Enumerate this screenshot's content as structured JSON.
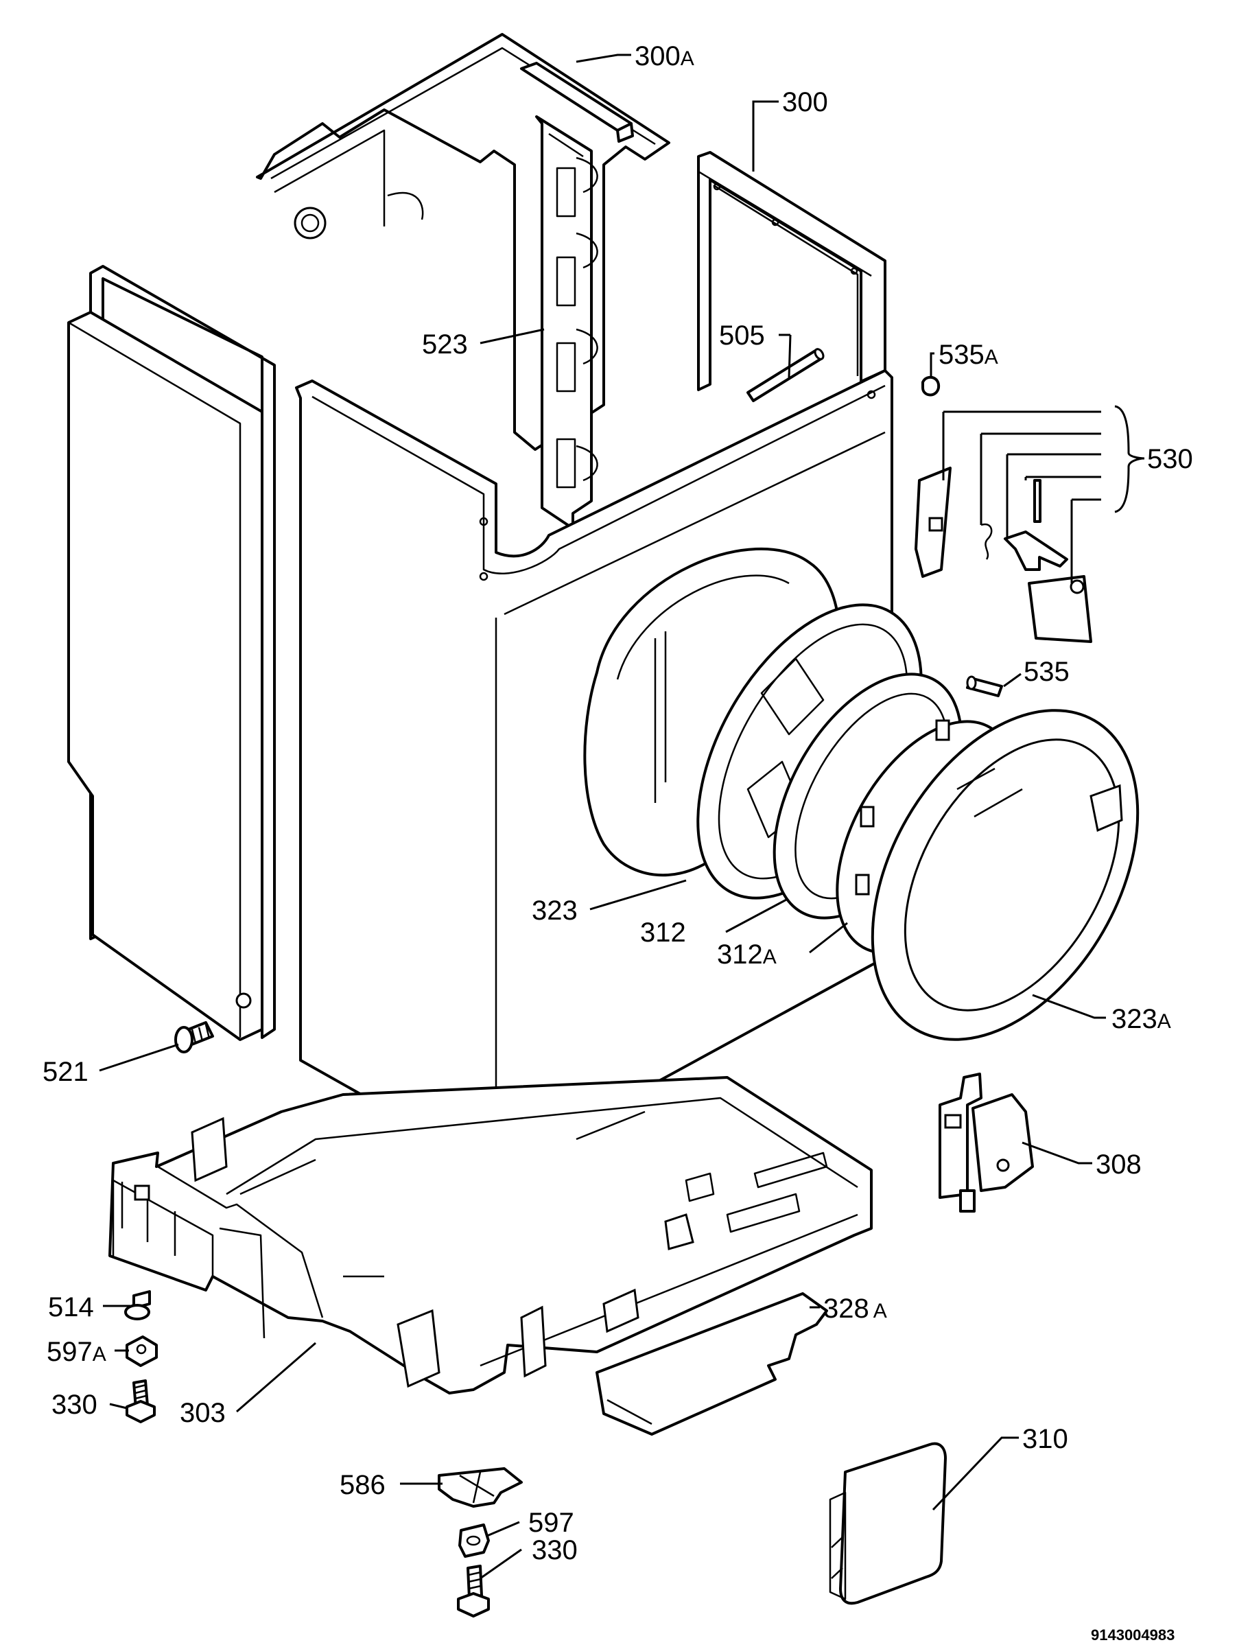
{
  "labels": {
    "l300a": {
      "num": "300",
      "suffix": "A"
    },
    "l300": {
      "num": "300"
    },
    "l523": {
      "num": "523"
    },
    "l505": {
      "num": "505"
    },
    "l535a": {
      "num": "535",
      "suffix": "A"
    },
    "l530": {
      "num": "530"
    },
    "l535": {
      "num": "535"
    },
    "l323": {
      "num": "323"
    },
    "l312": {
      "num": "312"
    },
    "l312a": {
      "num": "312",
      "suffix": "A"
    },
    "l323a": {
      "num": "323",
      "suffix": "A"
    },
    "l521": {
      "num": "521"
    },
    "l308": {
      "num": "308"
    },
    "l328a": {
      "num": "328",
      "suffix": "A"
    },
    "l514": {
      "num": "514"
    },
    "l597a": {
      "num": "597",
      "suffix": "A"
    },
    "l330a": {
      "num": "330"
    },
    "l303": {
      "num": "303"
    },
    "l310": {
      "num": "310"
    },
    "l586": {
      "num": "586"
    },
    "l597": {
      "num": "597"
    },
    "l330b": {
      "num": "330"
    }
  },
  "drawing_code": "9143004983"
}
